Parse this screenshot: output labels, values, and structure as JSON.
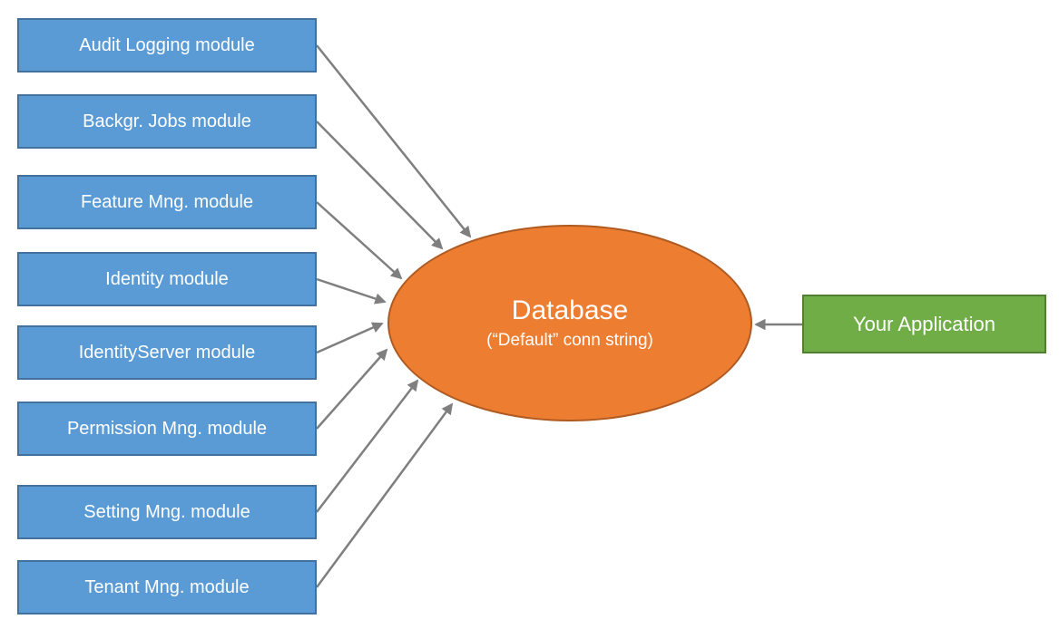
{
  "diagram": {
    "modules": [
      {
        "label": "Audit Logging module"
      },
      {
        "label": "Backgr. Jobs module"
      },
      {
        "label": "Feature Mng. module"
      },
      {
        "label": "Identity module"
      },
      {
        "label": "IdentityServer module"
      },
      {
        "label": "Permission Mng. module"
      },
      {
        "label": "Setting Mng. module"
      },
      {
        "label": "Tenant Mng. module"
      }
    ],
    "database": {
      "title": "Database",
      "subtitle": "(“Default” conn string)"
    },
    "application": {
      "label": "Your Application"
    }
  },
  "colors": {
    "module_fill": "#5B9BD5",
    "module_border": "#41719C",
    "database_fill": "#ED7D31",
    "database_border": "#AE5A21",
    "application_fill": "#70AD47",
    "application_border": "#507E32",
    "arrow": "#7F7F7F",
    "text": "#FFFFFF",
    "canvas_bg": "#FFFFFF"
  }
}
